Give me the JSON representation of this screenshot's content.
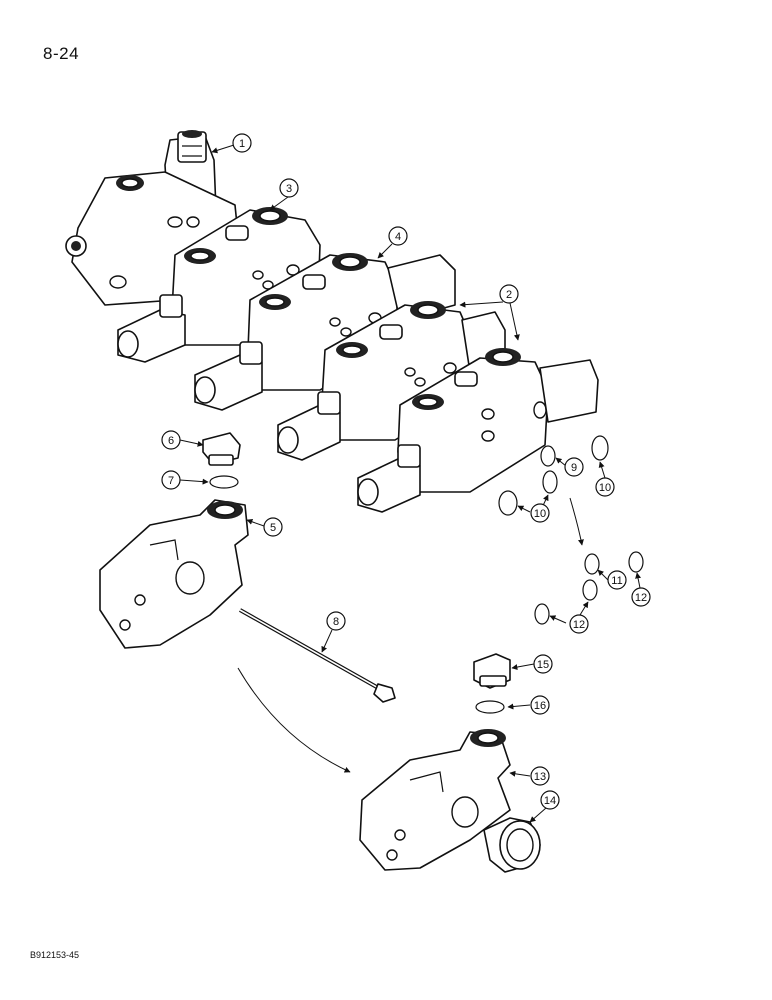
{
  "page": {
    "number": "8-24",
    "figure_code": "B912153-45"
  },
  "callouts": [
    {
      "label": "1"
    },
    {
      "label": "2"
    },
    {
      "label": "3"
    },
    {
      "label": "4"
    },
    {
      "label": "5"
    },
    {
      "label": "6"
    },
    {
      "label": "7"
    },
    {
      "label": "8"
    },
    {
      "label": "9"
    },
    {
      "label": "10"
    },
    {
      "label": "10"
    },
    {
      "label": "11"
    },
    {
      "label": "12"
    },
    {
      "label": "12"
    },
    {
      "label": "13"
    },
    {
      "label": "14"
    },
    {
      "label": "15"
    },
    {
      "label": "16"
    }
  ]
}
